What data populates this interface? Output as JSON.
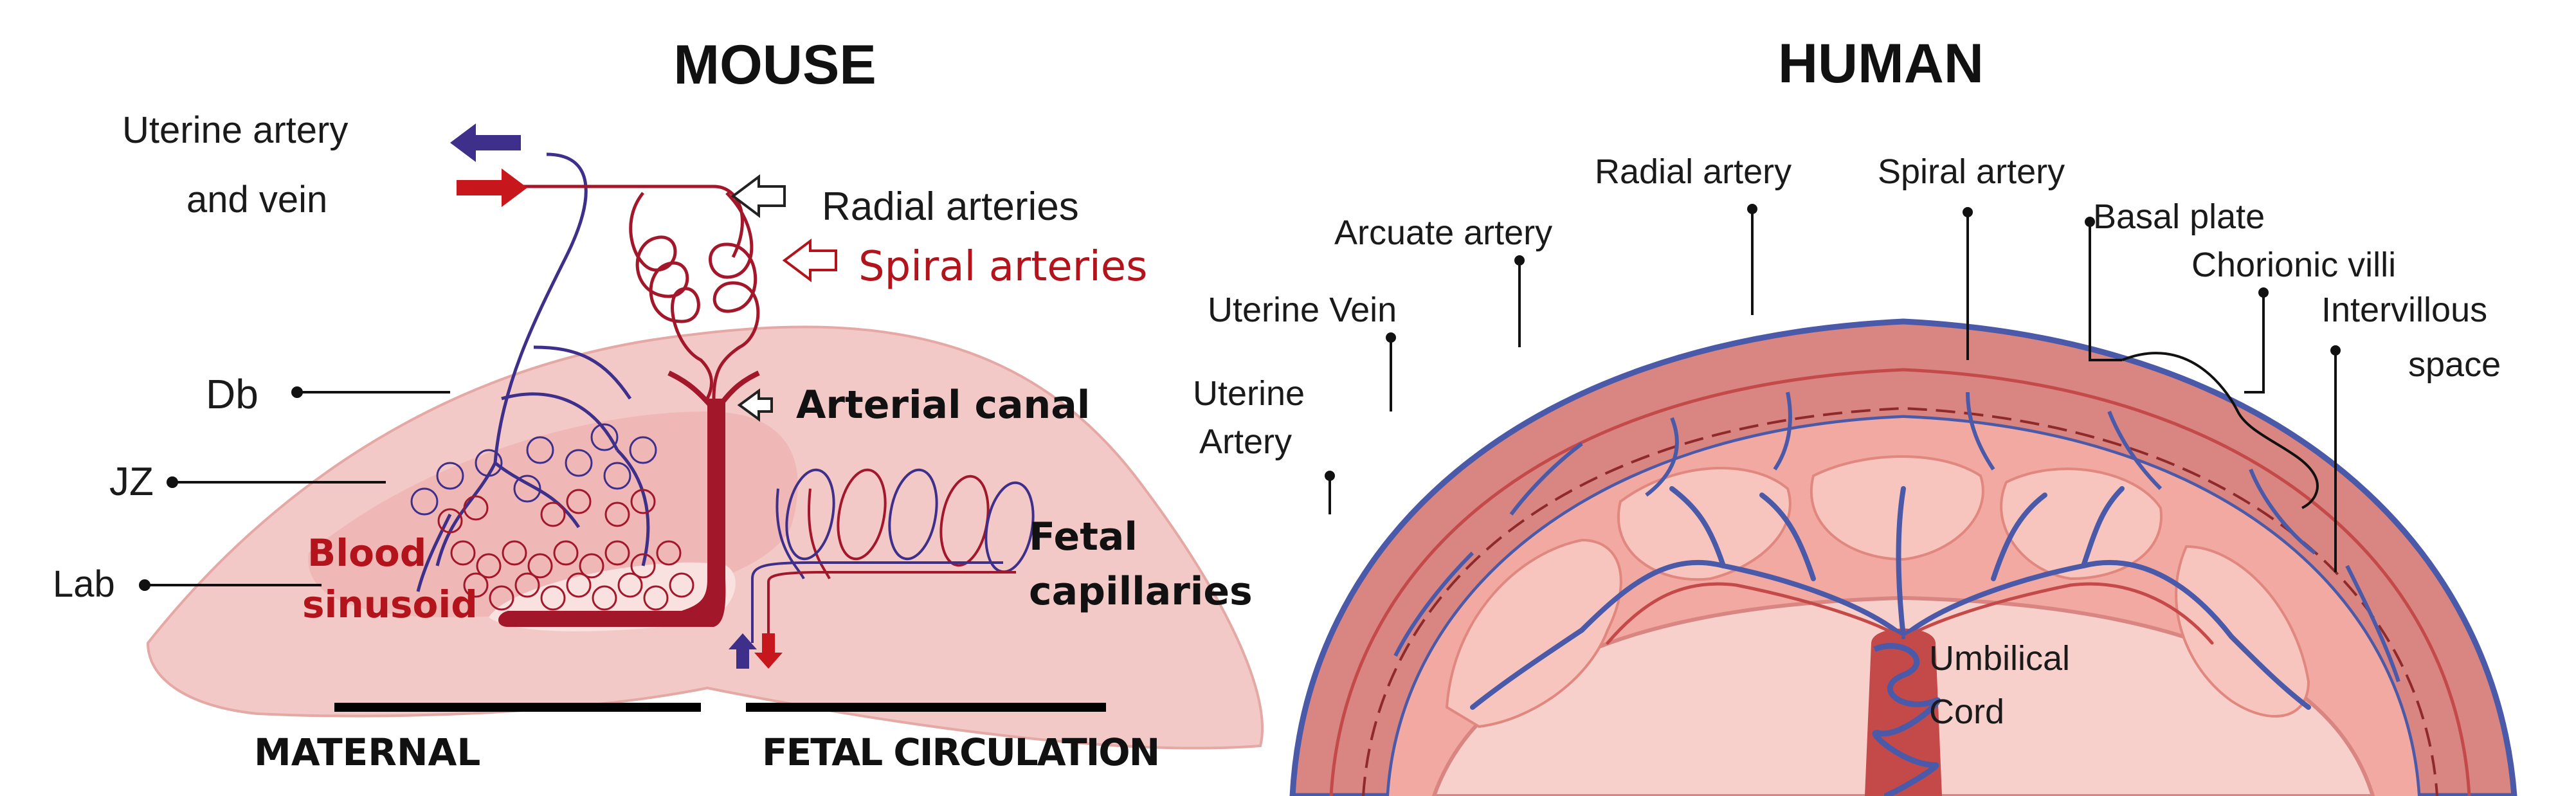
{
  "mouse": {
    "title": "MOUSE",
    "uterine_line1": "Uterine artery",
    "uterine_line2": "and vein",
    "radial": "Radial arteries",
    "spiral": "Spiral arteries",
    "db": "Db",
    "jz": "JZ",
    "lab": "Lab",
    "arterial_canal": "Arterial canal",
    "blood_sinusoid_line1": "Blood",
    "blood_sinusoid_line2": "sinusoid",
    "fetal_cap_line1": "Fetal",
    "fetal_cap_line2": "capillaries",
    "maternal": "MATERNAL",
    "fetal_circulation": "FETAL CIRCULATION"
  },
  "human": {
    "title": "HUMAN",
    "radial_artery": "Radial artery",
    "spiral_artery": "Spiral artery",
    "basal_plate": "Basal plate",
    "arcuate_artery": "Arcuate artery",
    "chorionic_villi": "Chorionic villi",
    "uterine_vein": "Uterine Vein",
    "intervillous_line1": "Intervillous",
    "intervillous_line2": "space",
    "uterine_artery_line1": "Uterine",
    "uterine_artery_line2": "Artery",
    "umbilical_line1": "Umbilical",
    "umbilical_line2": "Cord"
  },
  "colors": {
    "artery_red": "#a3172a",
    "vein_blue": "#3d2f8a",
    "tissue_pink": "#f3c9c7",
    "tissue_light": "#f9e1df",
    "human_blue": "#4a5aa8",
    "human_red": "#c44a4a"
  }
}
